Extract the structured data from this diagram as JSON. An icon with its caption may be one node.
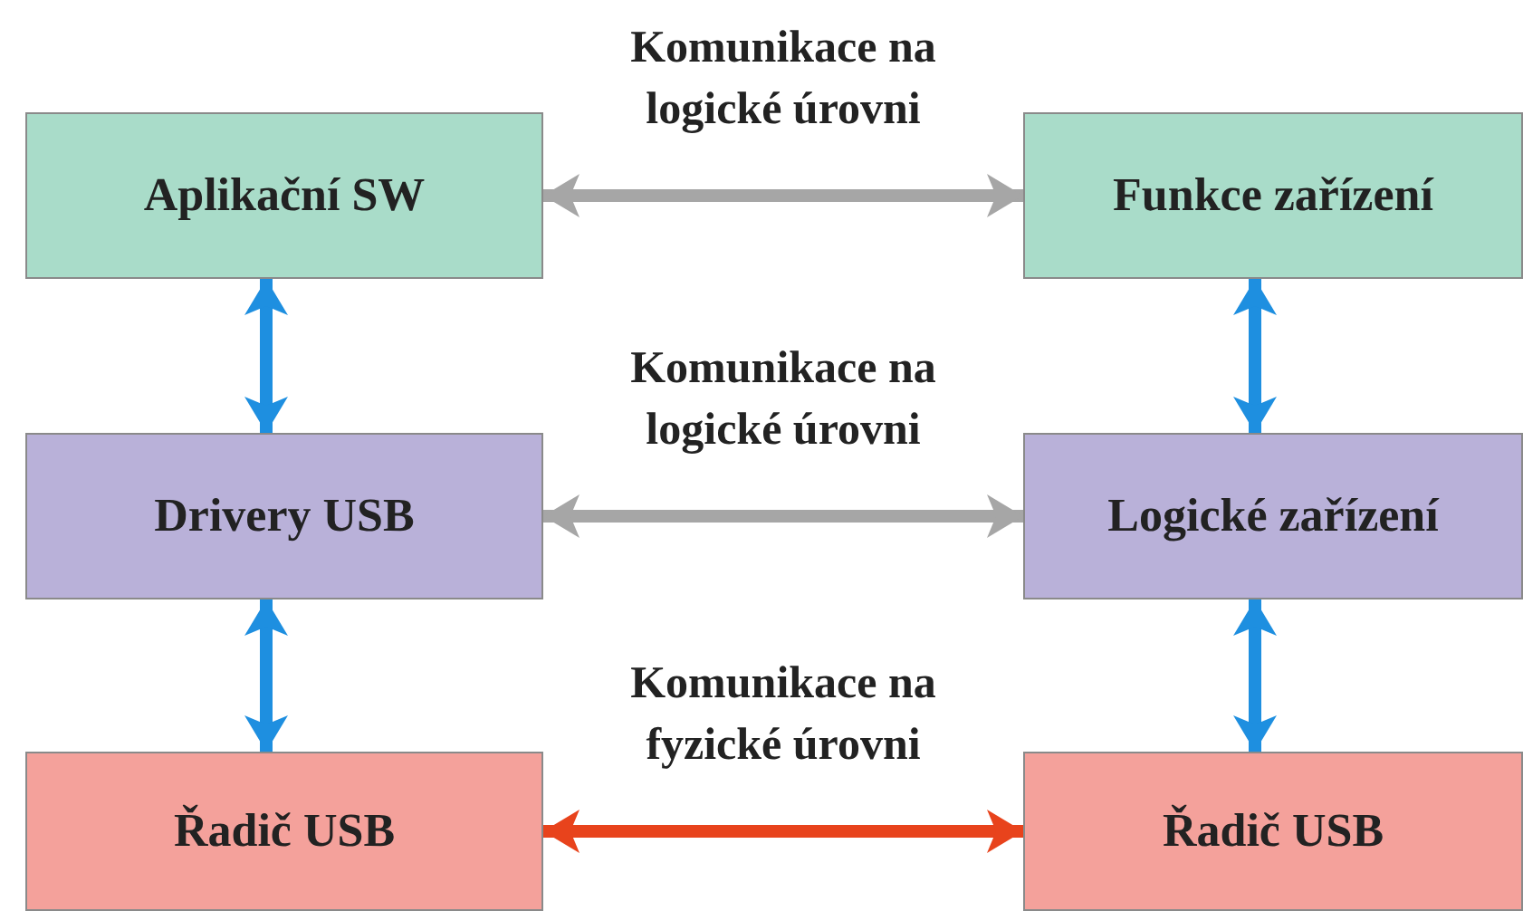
{
  "diagram": {
    "nodes": [
      {
        "text": [
          "Aplikační SW"
        ]
      },
      {
        "text": [
          "Funkce zařízení"
        ]
      },
      {
        "text": [
          "Drivery USB"
        ]
      },
      {
        "text": [
          "Logické zařízení"
        ]
      },
      {
        "text": [
          "Řadič USB"
        ]
      },
      {
        "text": [
          "Řadič USB"
        ]
      }
    ],
    "edges": [
      {
        "from": 0,
        "to": 1,
        "arrow": "both",
        "label": "Komunikace na logické úrovni",
        "color": "#a6a6a6"
      },
      {
        "from": 0,
        "to": 2,
        "arrow": "both"
      },
      {
        "from": 1,
        "to": 3,
        "arrow": "both"
      },
      {
        "from": 2,
        "to": 3,
        "arrow": "both",
        "label": "Komunikace na logické úrovni",
        "color": "#a6a6a6"
      },
      {
        "from": 2,
        "to": 4,
        "arrow": "both"
      },
      {
        "from": 3,
        "to": 5,
        "arrow": "both"
      },
      {
        "from": 4,
        "to": 5,
        "arrow": "both",
        "label": "Komunikace na fyzické úrovni",
        "color": "#e8431c"
      }
    ]
  }
}
